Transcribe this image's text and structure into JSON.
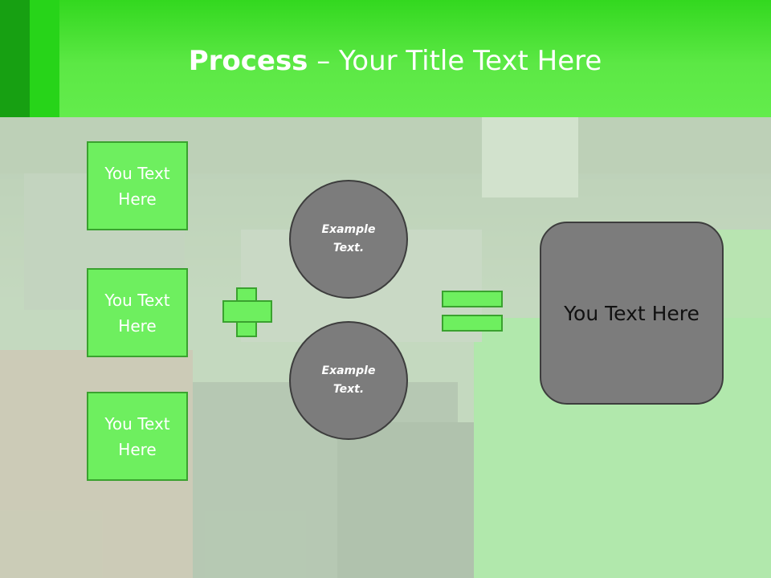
{
  "slide": {
    "title_bold": "Process",
    "title_rest": " – Your Title Text Here"
  },
  "left_boxes": [
    {
      "text": "You Text Here"
    },
    {
      "text": "You Text Here"
    },
    {
      "text": "You Text Here"
    }
  ],
  "circles": [
    {
      "text": "Example Text."
    },
    {
      "text": "Example Text."
    }
  ],
  "result": {
    "text": "You Text Here"
  },
  "colors": {
    "header_green": "#5ce845",
    "box_green": "#6eef5f",
    "box_border": "#3aa22f",
    "circle_gray": "#7c7c7c"
  },
  "icons": {
    "plus": "plus-icon",
    "equals": "equals-icon"
  }
}
